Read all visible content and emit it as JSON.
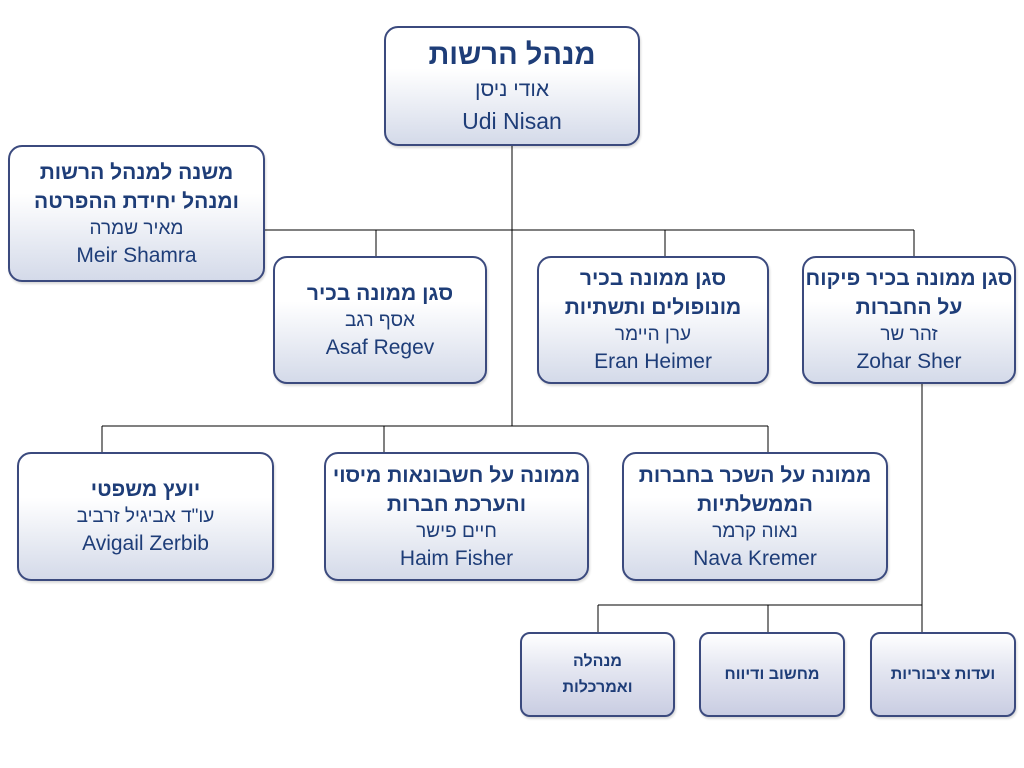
{
  "head": {
    "title": "מנהל הרשות",
    "name_he": "אודי ניסן",
    "name_en": "Udi Nisan"
  },
  "deputy": {
    "title": "משנה למנהל הרשות ומנהל יחידת ההפרטה",
    "name_he": "מאיר שמרה",
    "name_en": "Meir Shamra"
  },
  "senior": [
    {
      "title": "סגן ממונה בכיר",
      "name_he": "אסף רגב",
      "name_en": "Asaf Regev"
    },
    {
      "title": "סגן ממונה בכיר מונופולים ותשתיות",
      "name_he": "ערן היימר",
      "name_en": "Eran Heimer"
    },
    {
      "title": "סגן ממונה בכיר פיקוח על החברות",
      "name_he": "זהר שר",
      "name_en": "Zohar Sher"
    }
  ],
  "second": [
    {
      "title": "יועץ משפטי",
      "name_he": "עו\"ד אביגיל זרביב",
      "name_en": "Avigail Zerbib"
    },
    {
      "title": "ממונה על חשבונאות מיסוי והערכת חברות",
      "name_he": "חיים פישר",
      "name_en": "Haim Fisher"
    },
    {
      "title": "ממונה על השכר בחברות  הממשלתיות",
      "name_he": "נאוה קרמר",
      "name_en": "Nava Kremer"
    }
  ],
  "units": [
    {
      "label": "מנהלה ואמרכלות"
    },
    {
      "label": "מחשוב ודיווח"
    },
    {
      "label": "ועדות ציבוריות"
    }
  ],
  "colors": {
    "text": "#1e3d78",
    "border": "#3b4a7e",
    "box_gradient_bottom": "#d4dae9"
  }
}
